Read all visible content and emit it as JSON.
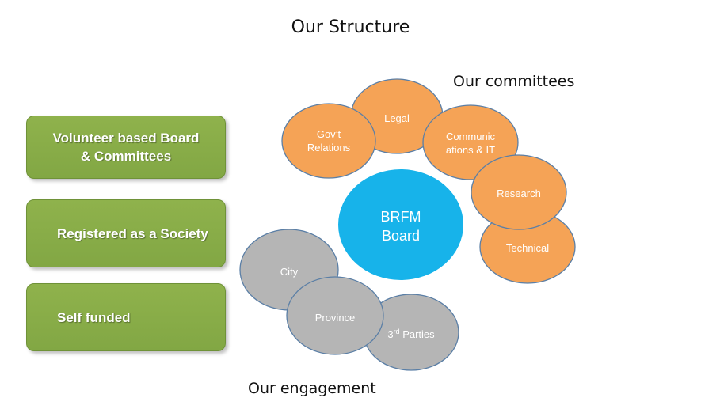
{
  "title": "Our Structure",
  "committees_caption": "Our committees",
  "engagement_caption": "Our engagement",
  "boxes": [
    {
      "line1": "Volunteer based Board",
      "line2": "& Committees"
    },
    {
      "line1": "Registered as a Society"
    },
    {
      "line1": "Self funded"
    }
  ],
  "board": {
    "line1": "BRFM",
    "line2": "Board"
  },
  "committees": [
    {
      "line1": "Legal"
    },
    {
      "line1": "Gov’t",
      "line2": "Relations"
    },
    {
      "line1": "Communic",
      "line2": "ations & IT"
    },
    {
      "line1": "Research"
    },
    {
      "line1": "Technical"
    }
  ],
  "engagement": [
    {
      "line1": "City"
    },
    {
      "line1": "Province"
    },
    {
      "prefix": "3",
      "sup": "rd",
      "rest": " Parties"
    }
  ],
  "colors": {
    "committee_fill": "#f5a356",
    "committee_stroke": "#5b7fa6",
    "board_fill": "#17b3ea",
    "engagement_fill": "#b5b5b5",
    "engagement_stroke": "#5b7fa6",
    "box_fill": "#85a946"
  }
}
